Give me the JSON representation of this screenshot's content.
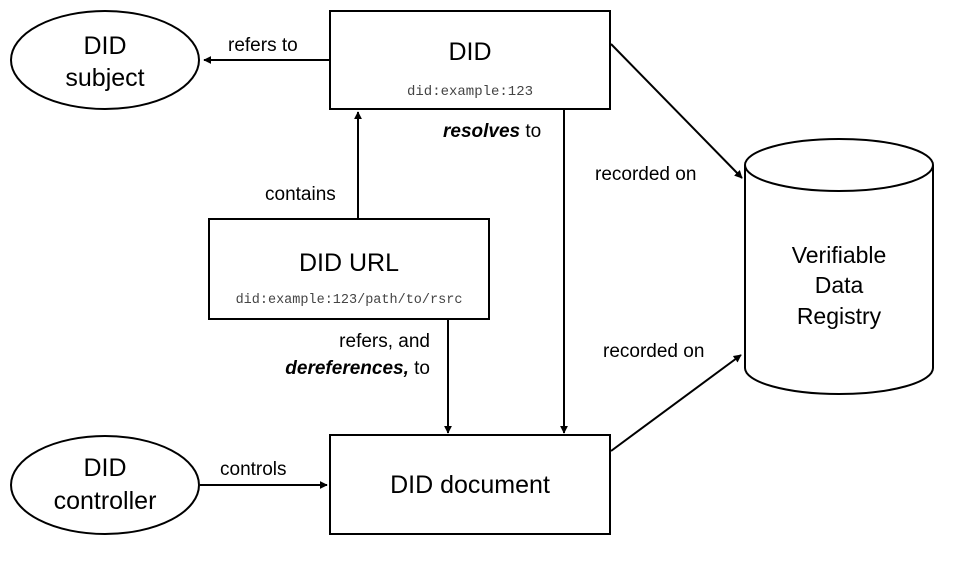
{
  "nodes": {
    "did_subject": {
      "line1": "DID",
      "line2": "subject"
    },
    "did": {
      "title": "DID",
      "example": "did:example:123"
    },
    "did_url": {
      "title": "DID URL",
      "example": "did:example:123/path/to/rsrc"
    },
    "did_document": {
      "title": "DID document"
    },
    "did_controller": {
      "line1": "DID",
      "line2": "controller"
    },
    "registry": {
      "line1": "Verifiable",
      "line2": "Data",
      "line3": "Registry"
    }
  },
  "edges": {
    "refers_to": "refers to",
    "resolves_bold": "resolves",
    "resolves_rest": " to",
    "contains": "contains",
    "refers_and": "refers, and",
    "dereferences_bold": "dereferences,",
    "dereferences_rest": " to",
    "recorded_on_top": "recorded on",
    "recorded_on_bottom": "recorded on",
    "controls": "controls"
  }
}
